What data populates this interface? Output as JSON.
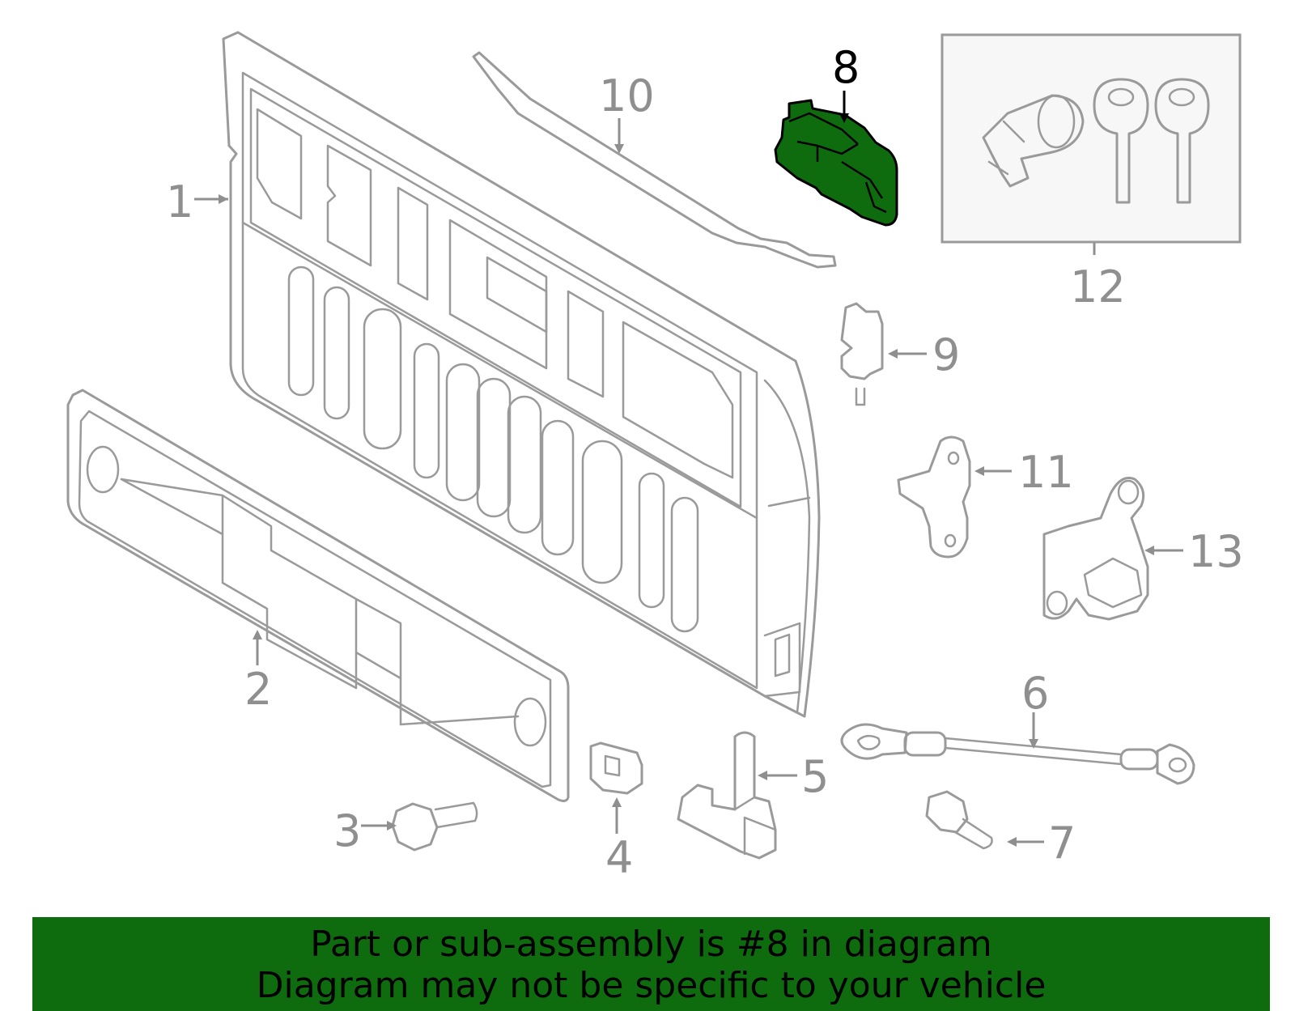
{
  "diagram": {
    "callouts": [
      "1",
      "2",
      "3",
      "4",
      "5",
      "6",
      "7",
      "8",
      "9",
      "10",
      "11",
      "12",
      "13"
    ],
    "highlight_part": "8",
    "highlight_color": "#0e6b0e",
    "line_color": "#9a9a9a"
  },
  "banner": {
    "line1": "Part or sub-assembly is #8 in diagram",
    "line2": "Diagram may not be specific to your vehicle",
    "background": "#0e6b0e"
  }
}
